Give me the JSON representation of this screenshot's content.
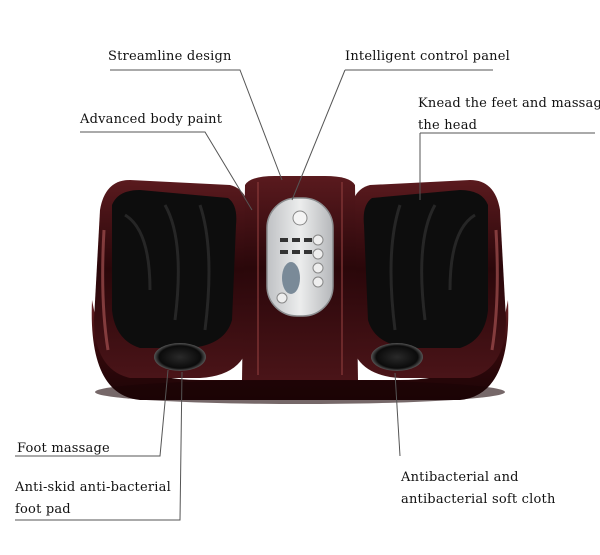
{
  "callouts": {
    "streamline": "Streamline design",
    "control_panel": "Intelligent control panel",
    "body_paint": "Advanced body paint",
    "knead_line1": "Knead the feet and massage",
    "knead_line2": "the head",
    "foot_massage": "Foot massage",
    "antiskid_line1": "Anti-skid anti-bacterial",
    "antiskid_line2": "foot pad",
    "cloth_line1": "Antibacterial and",
    "cloth_line2": "antibacterial soft cloth"
  },
  "colors": {
    "shell": "#3a0c10",
    "shell_highlight": "#8a3a3a",
    "fabric": "#111111",
    "panel": "#d9dadc",
    "leader": "#555555"
  }
}
